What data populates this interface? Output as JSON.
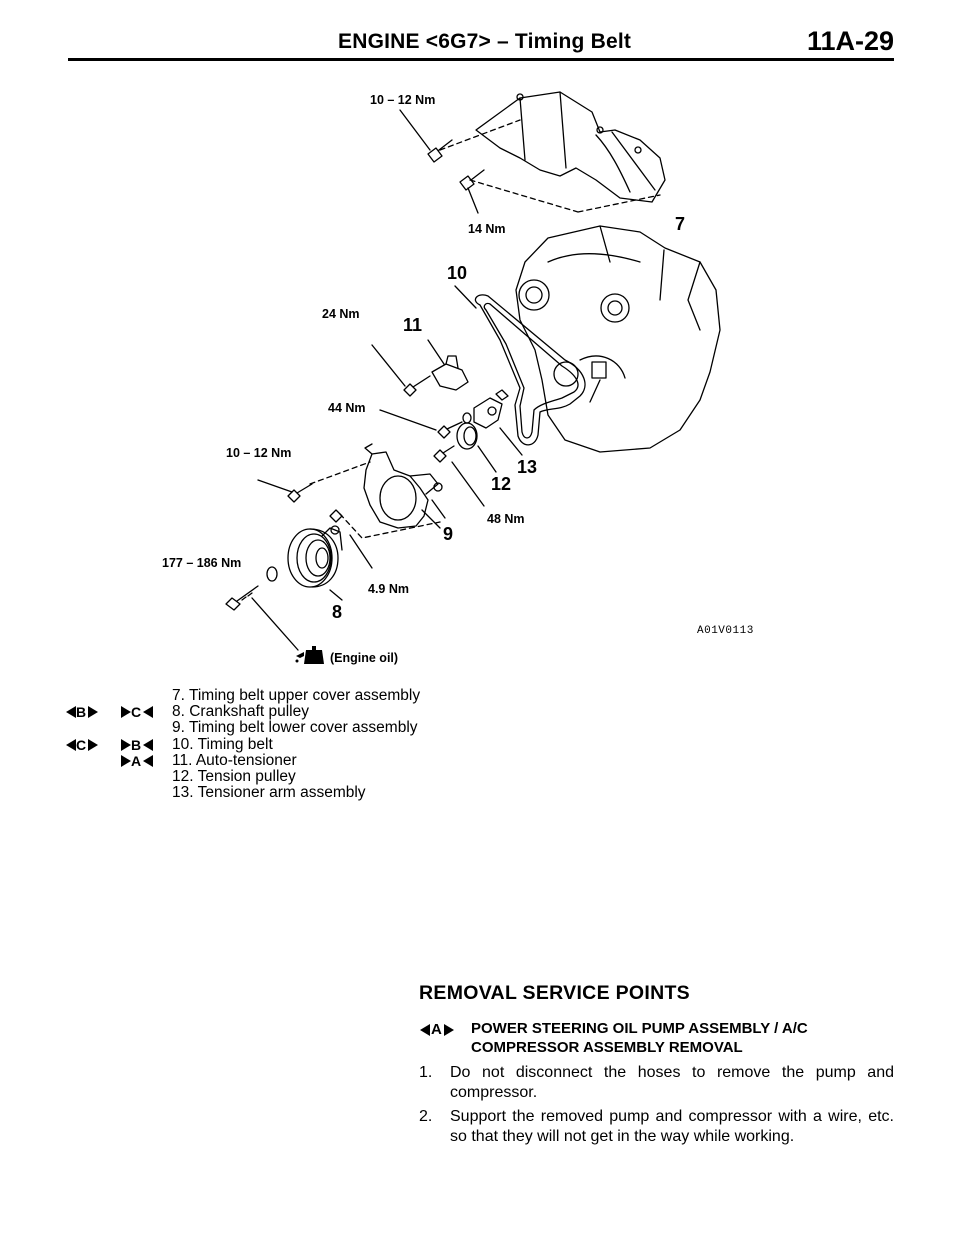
{
  "header": {
    "title": "ENGINE <6G7> – Timing Belt",
    "page": "11A-29"
  },
  "diagram": {
    "torques": {
      "t_top1": "10 – 12 Nm",
      "t_top2": "14 Nm",
      "t_24": "24 Nm",
      "t_44": "44 Nm",
      "t_mid": "10 – 12 Nm",
      "t_48": "48 Nm",
      "t_177": "177 – 186 Nm",
      "t_49": "4.9 Nm"
    },
    "callouts": {
      "c7": "7",
      "c8": "8",
      "c9": "9",
      "c10": "10",
      "c11": "11",
      "c12": "12",
      "c13": "13"
    },
    "oil_note": "(Engine oil)",
    "figure_code": "A01V0113"
  },
  "legend": {
    "items": [
      {
        "text": "7. Timing belt upper cover assembly",
        "removal": "",
        "installation": ""
      },
      {
        "text": "8. Crankshaft pulley",
        "removal": "B",
        "installation": "C"
      },
      {
        "text": "9. Timing belt lower cover assembly",
        "removal": "",
        "installation": ""
      },
      {
        "text": "10. Timing belt",
        "removal": "C",
        "installation": "B"
      },
      {
        "text": "11. Auto-tensioner",
        "removal": "",
        "installation": "A"
      },
      {
        "text": "12. Tension pulley",
        "removal": "",
        "installation": ""
      },
      {
        "text": "13. Tensioner arm assembly",
        "removal": "",
        "installation": ""
      }
    ]
  },
  "section": {
    "heading": "REMOVAL SERVICE POINTS",
    "sub_mark": "A",
    "sub_line1": "POWER STEERING OIL PUMP ASSEMBLY / A/C",
    "sub_line2": "COMPRESSOR ASSEMBLY REMOVAL",
    "steps": [
      {
        "num": "1.",
        "text": "Do not disconnect the hoses to remove the pump and compressor."
      },
      {
        "num": "2.",
        "text": "Support the removed pump and compressor with a wire, etc. so that they will not get in the way while working."
      }
    ]
  }
}
